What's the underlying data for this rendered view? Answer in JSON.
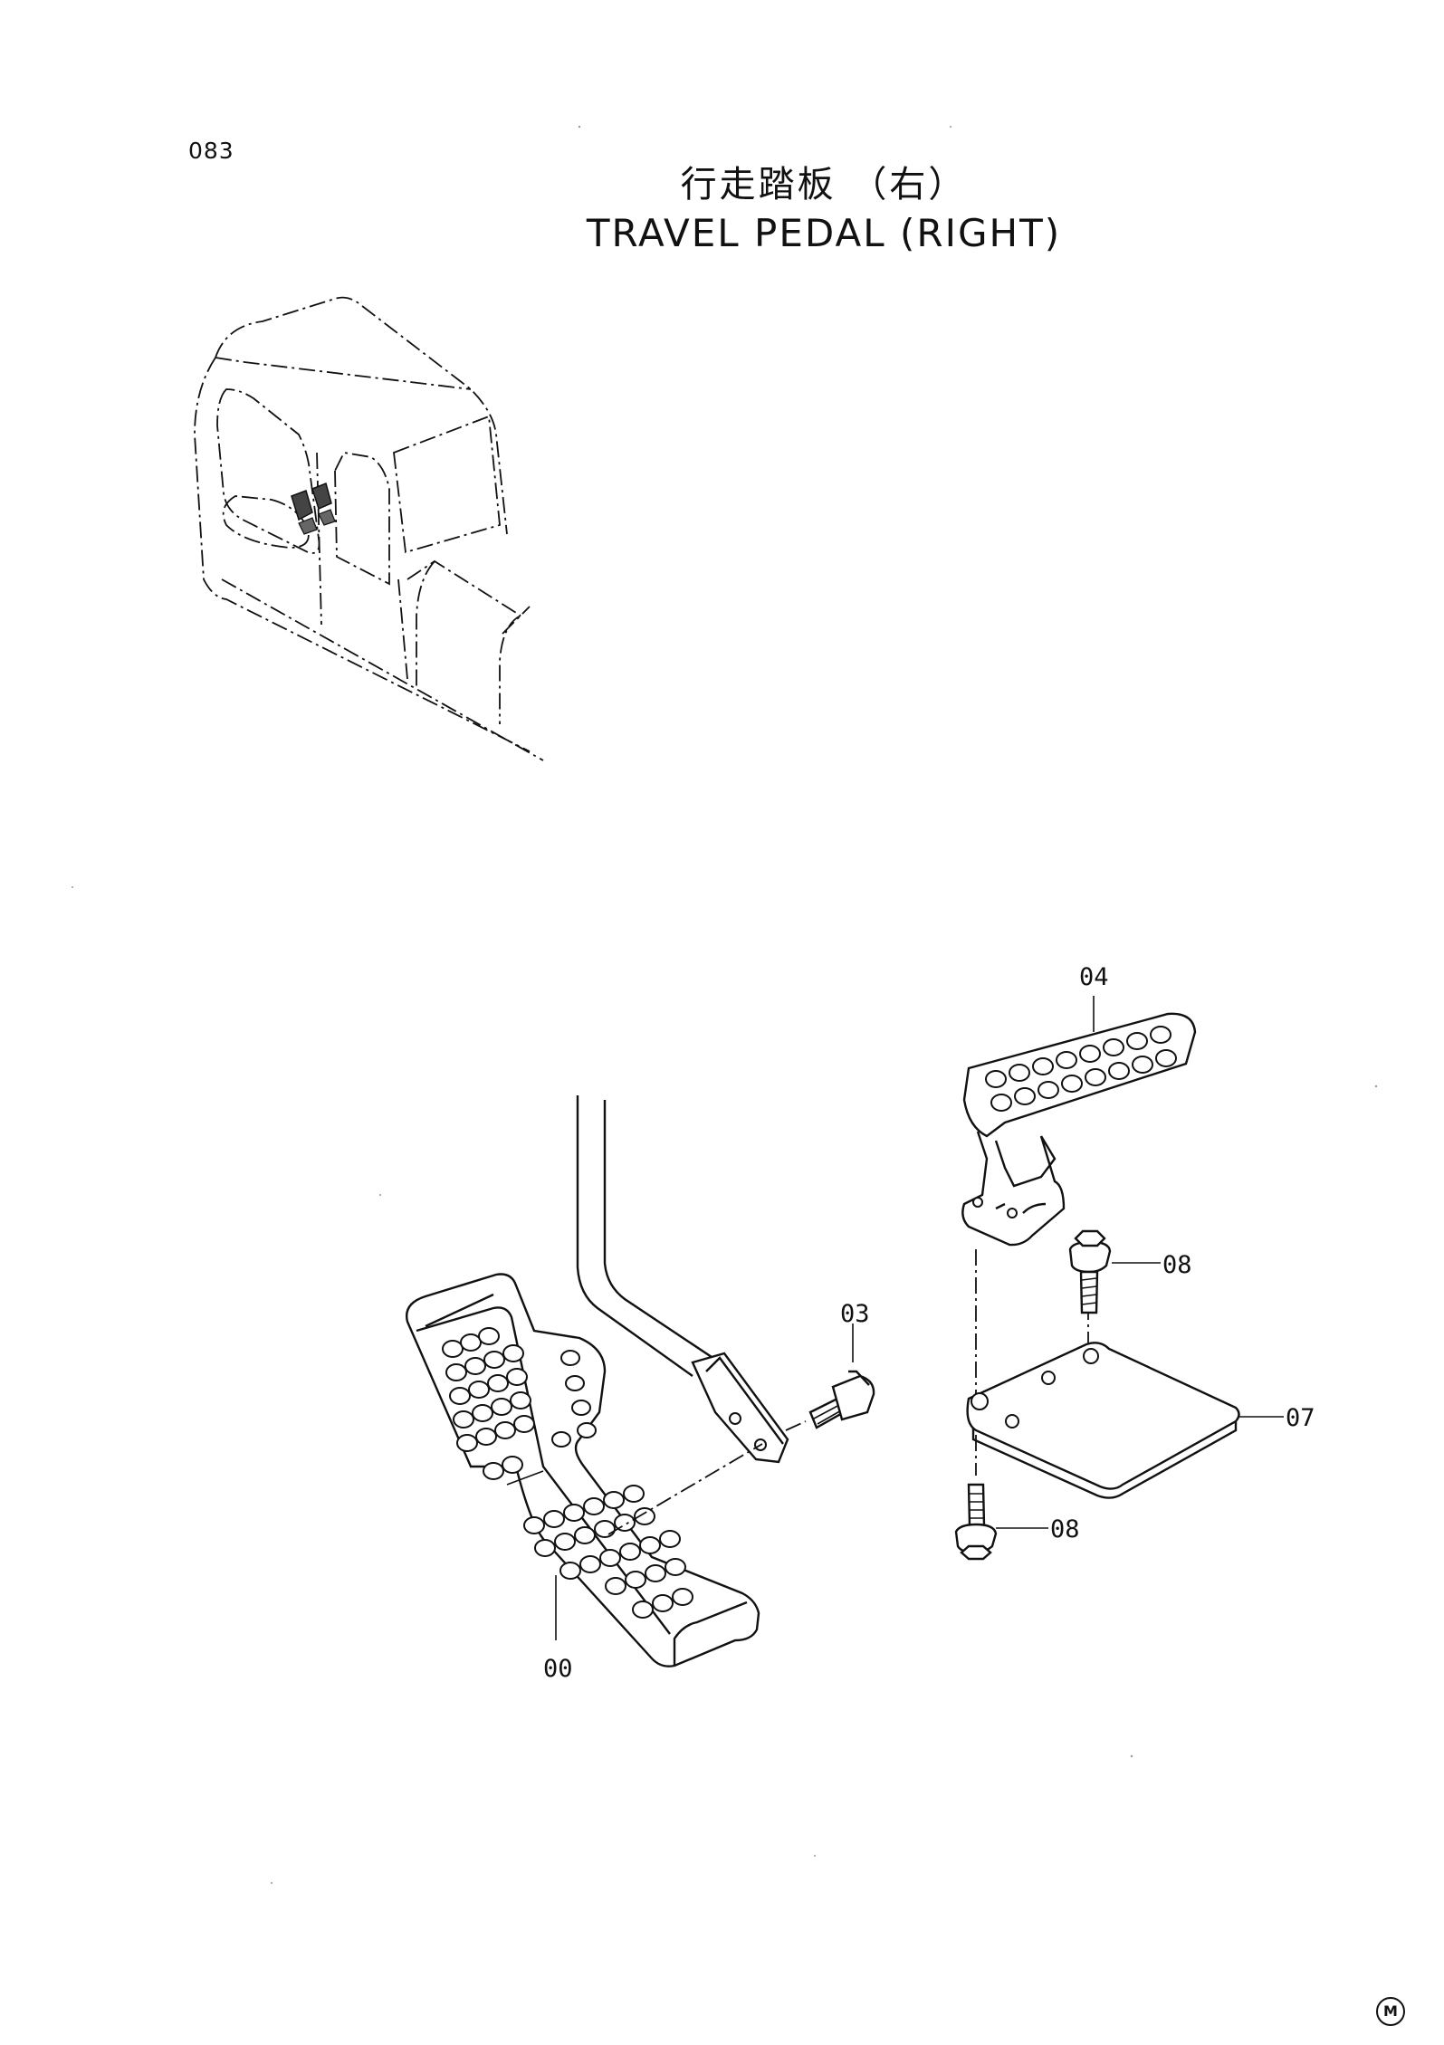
{
  "page_number": "083",
  "title": {
    "japanese": "行走踏板 （右）",
    "english": "TRAVEL PEDAL (RIGHT)"
  },
  "callouts": {
    "pedal_00": "00",
    "bolt_03": "03",
    "pedal_04": "04",
    "plate_07": "07",
    "bolt_08_top": "08",
    "bolt_08_bottom": "08"
  },
  "mark_symbol": "M"
}
